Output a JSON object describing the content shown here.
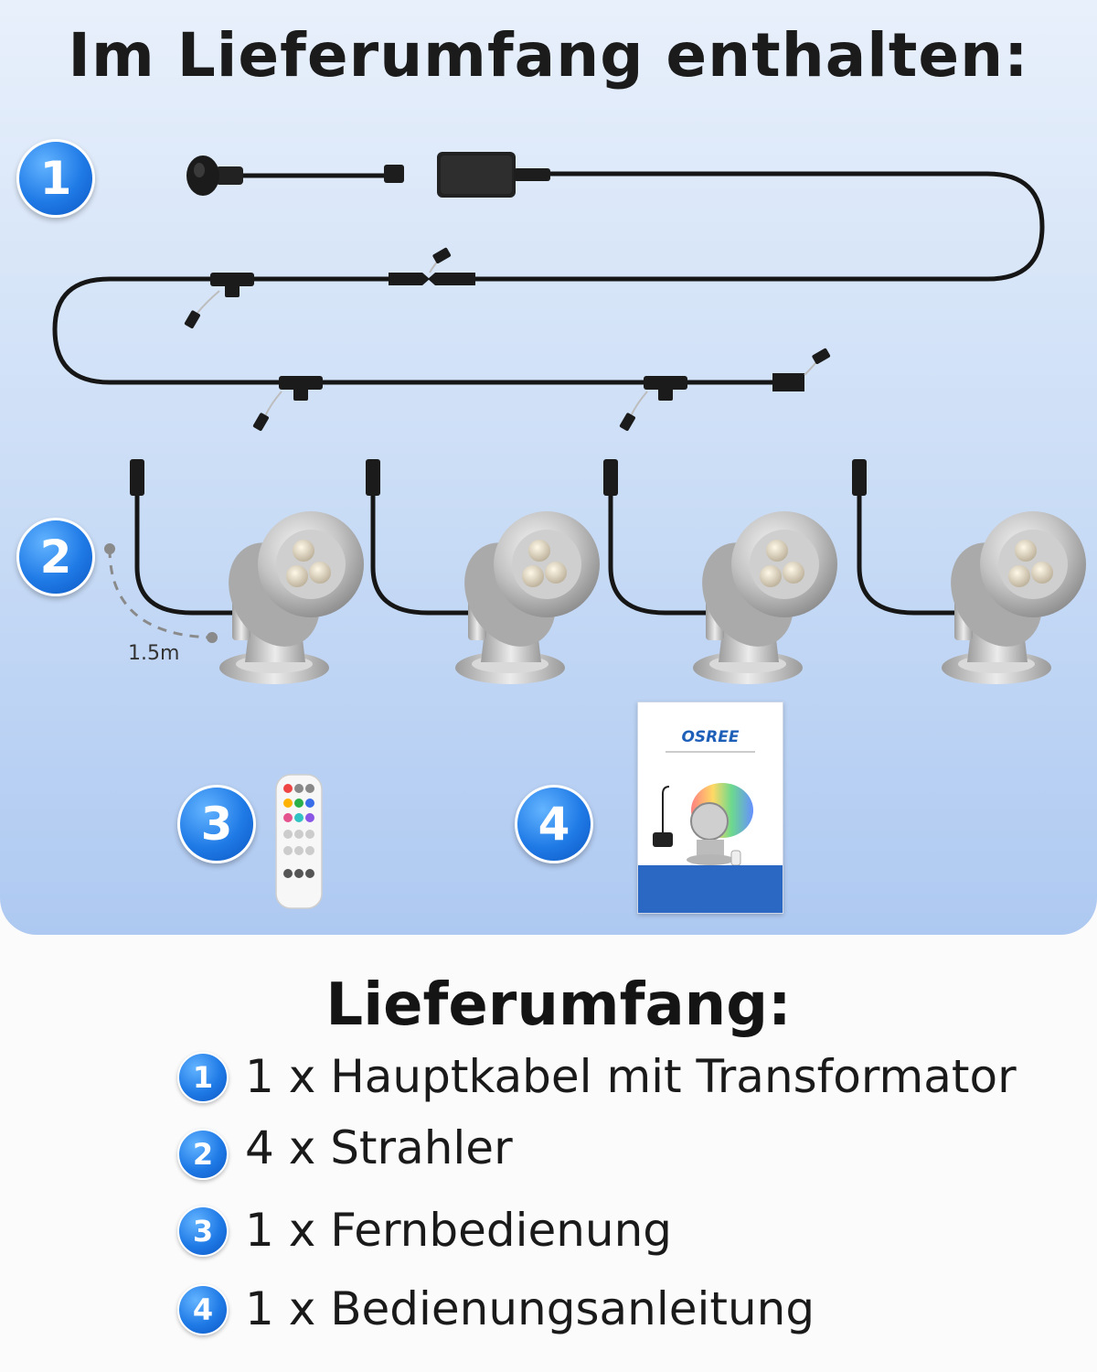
{
  "header": {
    "title": "Im Lieferumfang enthalten:"
  },
  "badges": [
    "1",
    "2",
    "3",
    "4"
  ],
  "diagram": {
    "cable_length": "1.5m"
  },
  "manual": {
    "brand": "OSREE"
  },
  "list": {
    "title": "Lieferumfang:",
    "items": [
      {
        "number": "1",
        "text": "1 x Hauptkabel mit Transformator"
      },
      {
        "number": "2",
        "text": "4 x Strahler"
      },
      {
        "number": "3",
        "text": "1 x Fernbedienung"
      },
      {
        "number": "4",
        "text": "1 x Bedienungsanleitung"
      }
    ]
  },
  "colors": {
    "badge_blue": "#1f7ae6",
    "panel_top": "#e8f0fb",
    "panel_bottom": "#aec9f1"
  }
}
